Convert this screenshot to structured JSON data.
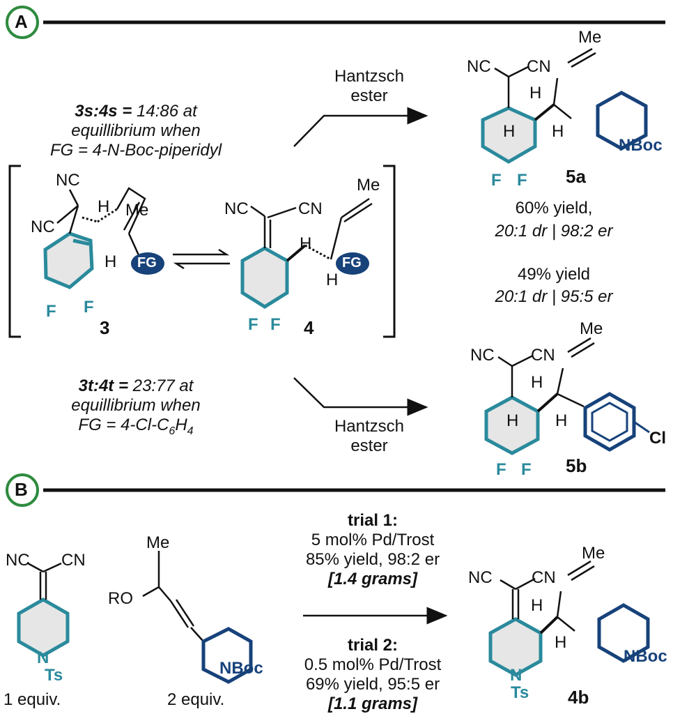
{
  "panelA": {
    "badge": "A",
    "top_arrow": {
      "l1": "Hantzsch",
      "l2": "ester"
    },
    "bottom_arrow": {
      "l1": "Hantzsch",
      "l2": "ester"
    },
    "eq1": {
      "prefix": "3s:4s =",
      "rest": " 14:86 at",
      "l2": "equillibrium when",
      "l3": "FG = 4-N-Boc-piperidyl"
    },
    "eq2": {
      "prefix": "3t:4t =",
      "rest": " 23:77 at",
      "l2": "equillibrium when",
      "l3_pre": "FG = 4-Cl-C",
      "sub1": "6",
      "l3_mid": "H",
      "sub2": "4"
    },
    "cmp3": {
      "label": "3",
      "nc1": "NC",
      "nc2": "NC",
      "h": "H",
      "me": "Me",
      "h2": "H",
      "fg": "FG",
      "f1": "F",
      "f2": "F"
    },
    "cmp4": {
      "label": "4",
      "nc": "NC",
      "cn": "CN",
      "me": "Me",
      "h1": "H",
      "h2": "H",
      "fg": "FG",
      "f1": "F",
      "f2": "F"
    },
    "cmp5a": {
      "label": "5a",
      "nc": "NC",
      "cn": "CN",
      "me": "Me",
      "h1": "H",
      "h2": "H",
      "h3": "H",
      "nboc": "NBoc",
      "f1": "F",
      "f2": "F",
      "yield": "60% yield,",
      "sel": "20:1 dr | 98:2 er"
    },
    "cmp5b": {
      "label": "5b",
      "nc": "NC",
      "cn": "CN",
      "me": "Me",
      "h1": "H",
      "h2": "H",
      "h3": "H",
      "cl": "Cl",
      "f1": "F",
      "f2": "F",
      "yield": "49% yield",
      "sel": "20:1 dr | 95:5 er"
    }
  },
  "panelB": {
    "badge": "B",
    "sm1": {
      "nc": "NC",
      "cn": "CN",
      "n": "N",
      "ts": "Ts",
      "equiv": "1 equiv."
    },
    "sm2": {
      "me": "Me",
      "ro": "RO",
      "nboc": "NBoc",
      "equiv": "2 equiv."
    },
    "trial1": {
      "title": "trial 1:",
      "cat": "5 mol% Pd/Trost",
      "res": "85% yield, 98:2 er",
      "scale": "[1.4 grams]"
    },
    "trial2": {
      "title": "trial 2:",
      "cat": "0.5 mol% Pd/Trost",
      "res": "69% yield, 95:5 er",
      "scale": "[1.1 grams]"
    },
    "prod": {
      "label": "4b",
      "nc": "NC",
      "cn": "CN",
      "me": "Me",
      "h1": "H",
      "h2": "H",
      "n": "N",
      "ts": "Ts",
      "nboc": "NBoc"
    }
  },
  "colors": {
    "ring_teal": "#2a8a9c",
    "ring_navy": "#17427a",
    "badge_green": "#2e8b3e",
    "ring_fill": "#e6e6e6"
  }
}
